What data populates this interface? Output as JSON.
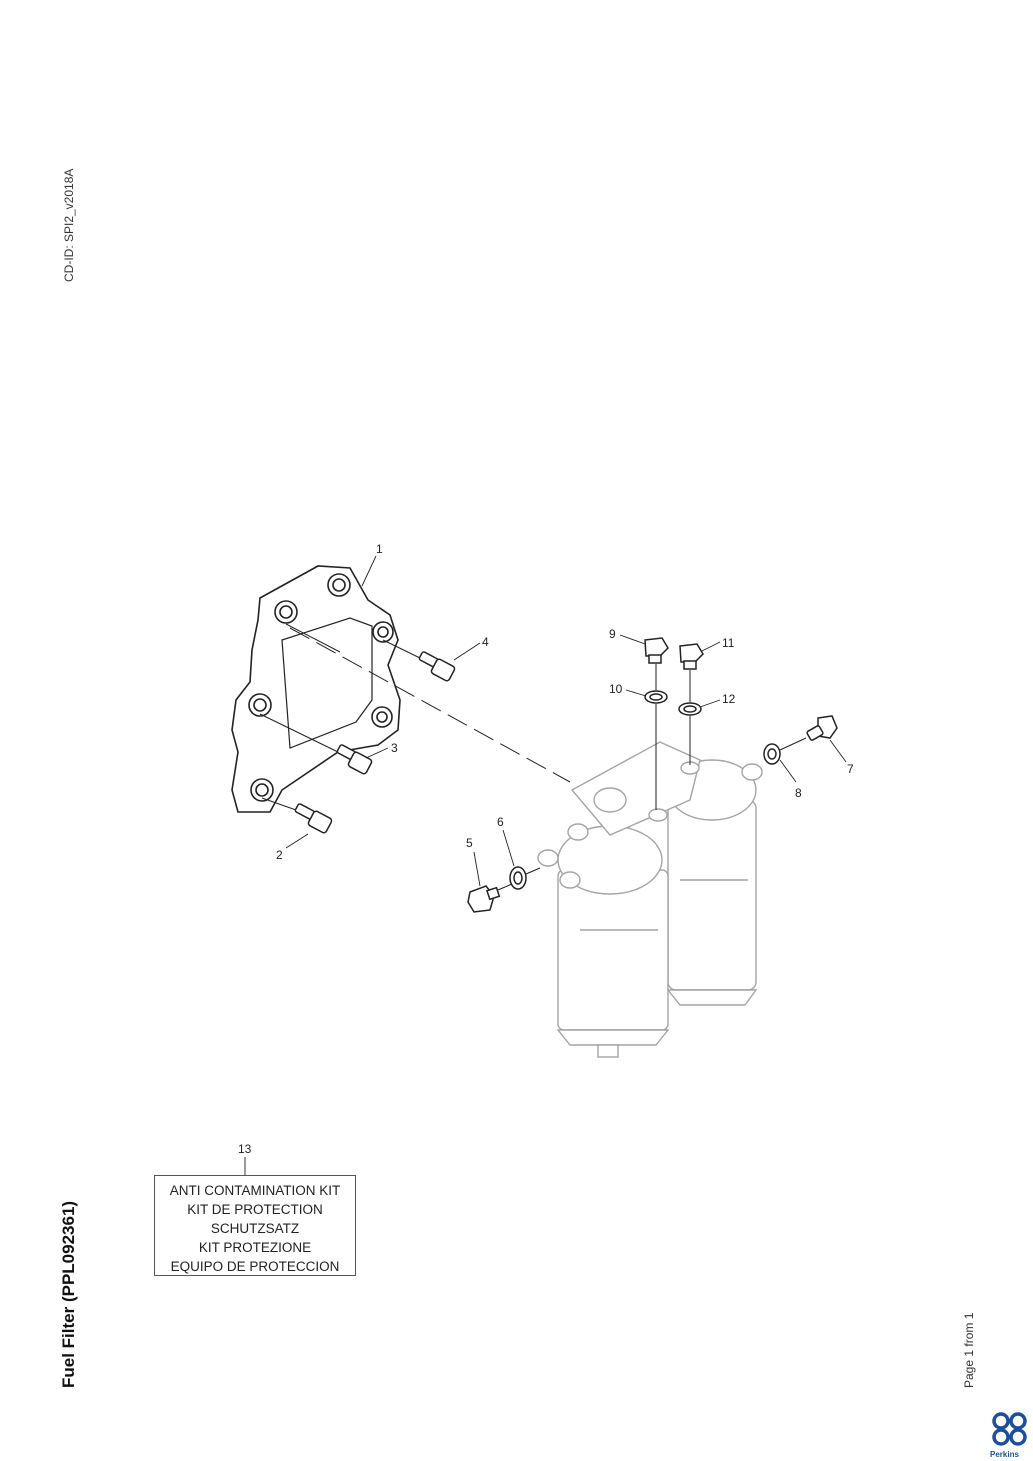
{
  "doc": {
    "cd_id": "CD-ID: SPI2_v2018A",
    "title": "Fuel Filter (PPL092361)",
    "page_info": "Page 1 from 1",
    "brand": "Perkins"
  },
  "callouts": {
    "c1": "1",
    "c2": "2",
    "c3": "3",
    "c4": "4",
    "c5": "5",
    "c6": "6",
    "c7": "7",
    "c8": "8",
    "c9": "9",
    "c10": "10",
    "c11": "11",
    "c12": "12"
  },
  "kit": {
    "number": "13",
    "lines": [
      "ANTI CONTAMINATION KIT",
      "KIT DE PROTECTION",
      "SCHUTZSATZ",
      "KIT PROTEZIONE",
      "EQUIPO DE PROTECCION"
    ]
  },
  "colors": {
    "brand_blue": "#1d4f9c",
    "line": "#222222",
    "ghost": "#9a9a9a"
  }
}
